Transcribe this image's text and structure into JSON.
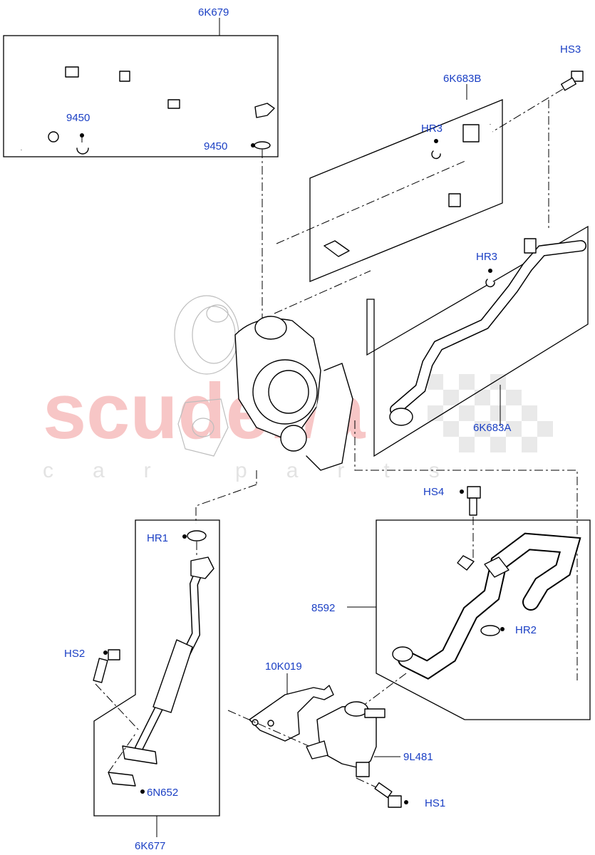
{
  "watermark": {
    "brand": "scuderia",
    "sub": "car parts"
  },
  "labels": {
    "l6K679": "6K679",
    "l9450_a": "9450",
    "l9450_b": "9450",
    "lHS3": "HS3",
    "l6K683B": "6K683B",
    "lHR3_a": "HR3",
    "lHR3_b": "HR3",
    "l6K683A": "6K683A",
    "lHS4": "HS4",
    "lHR1": "HR1",
    "l8592": "8592",
    "lHR2": "HR2",
    "lHS2": "HS2",
    "l10K019": "10K019",
    "l9L481": "9L481",
    "l6N652": "6N652",
    "lHS1": "HS1",
    "l6K677": "6K677"
  }
}
